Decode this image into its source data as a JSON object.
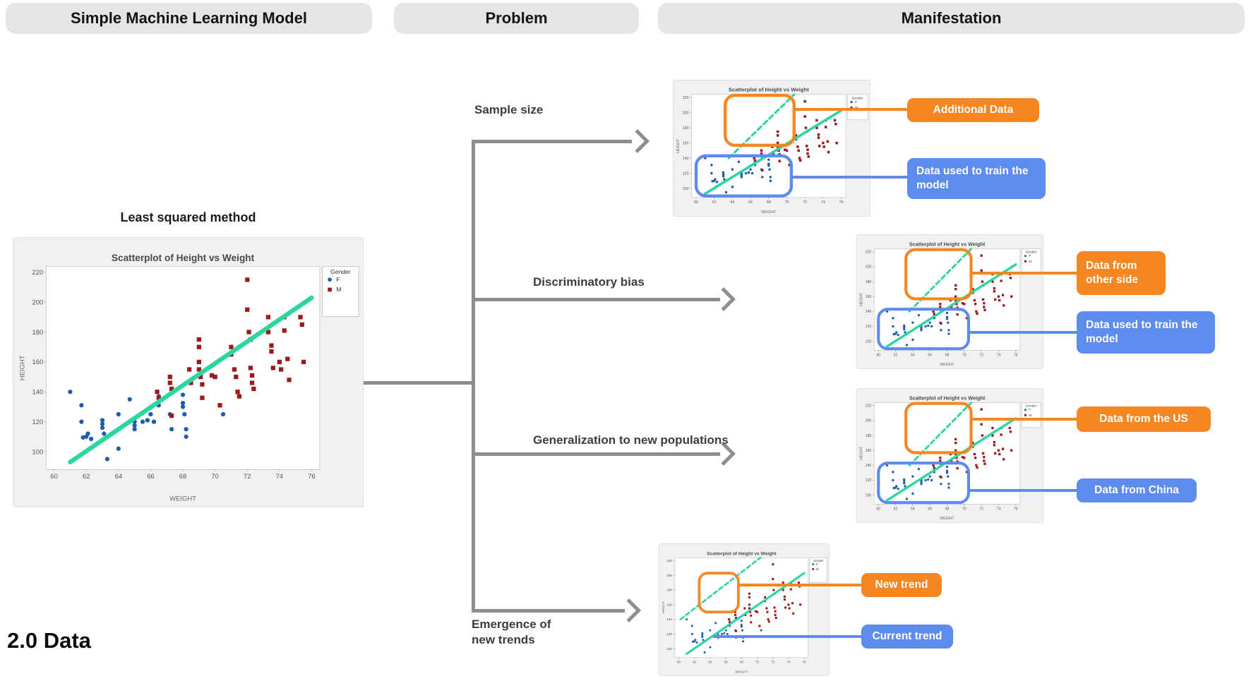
{
  "headers": {
    "model": "Simple Machine Learning Model",
    "problem": "Problem",
    "manifestation": "Manifestation"
  },
  "left_panel": {
    "title": "Least squared method"
  },
  "footer": {
    "section_label": "2.0 Data"
  },
  "colors": {
    "orange": "#f6861f",
    "blue": "#5e8bee",
    "green": "#2bd6a0",
    "arrow_gray": "#8e8e8e",
    "point_blue": "#1f5caa",
    "point_red": "#9c1a1a",
    "header_pill_gray": "#e5e5e5"
  },
  "rows": [
    {
      "problem": "Sample size",
      "callouts": [
        {
          "label": "Additional Data",
          "color": "orange"
        },
        {
          "label": "Data used to train the model",
          "color": "blue"
        }
      ]
    },
    {
      "problem": "Discriminatory bias",
      "callouts": [
        {
          "label": "Data from other side",
          "color": "orange"
        },
        {
          "label": "Data used to train the model",
          "color": "blue"
        }
      ]
    },
    {
      "problem": "Generalization to new populations",
      "callouts": [
        {
          "label": "Data from the US",
          "color": "orange"
        },
        {
          "label": "Data from China",
          "color": "blue"
        }
      ]
    },
    {
      "problem": "Emergence of new trends",
      "callouts": [
        {
          "label": "New trend",
          "color": "orange"
        },
        {
          "label": "Current trend",
          "color": "blue"
        }
      ]
    }
  ],
  "chart_data": {
    "type": "scatter",
    "title": "Scatterplot of Height vs Weight",
    "xlabel": "WEIGHT",
    "ylabel": "HEIGHT",
    "legend_title": "Gender",
    "legend_position": "right",
    "xlim": [
      59.5,
      76.5
    ],
    "ylim": [
      88,
      224
    ],
    "x_ticks": [
      60,
      62,
      64,
      66,
      68,
      70,
      72,
      74,
      76
    ],
    "y_ticks": [
      100,
      120,
      140,
      160,
      180,
      200,
      220
    ],
    "series": [
      {
        "name": "F",
        "color": "#1f5caa",
        "marker": "circle",
        "points": [
          [
            61,
            140
          ],
          [
            61.7,
            131
          ],
          [
            61.7,
            120
          ],
          [
            61.8,
            109.5
          ],
          [
            62,
            110
          ],
          [
            62.1,
            112
          ],
          [
            62.3,
            108.5
          ],
          [
            63,
            121
          ],
          [
            63,
            118.5
          ],
          [
            63,
            116
          ],
          [
            63.1,
            112
          ],
          [
            63.3,
            95
          ],
          [
            64,
            125
          ],
          [
            64,
            102
          ],
          [
            64.7,
            135
          ],
          [
            65,
            120
          ],
          [
            65,
            117.5
          ],
          [
            65,
            115
          ],
          [
            65.5,
            120
          ],
          [
            65.8,
            121
          ],
          [
            66,
            125
          ],
          [
            66.2,
            120
          ],
          [
            66.5,
            137
          ],
          [
            66.5,
            131
          ],
          [
            67.2,
            125
          ],
          [
            67.3,
            115
          ],
          [
            68,
            138
          ],
          [
            68,
            132.5
          ],
          [
            68,
            130
          ],
          [
            68.1,
            125
          ],
          [
            68.2,
            115
          ],
          [
            68.2,
            110
          ],
          [
            70.5,
            125
          ]
        ]
      },
      {
        "name": "M",
        "color": "#9c1a1a",
        "marker": "square",
        "points": [
          [
            66.4,
            140
          ],
          [
            66.5,
            136
          ],
          [
            67.2,
            150
          ],
          [
            67.2,
            146
          ],
          [
            67.3,
            142
          ],
          [
            67.3,
            124
          ],
          [
            68.4,
            155
          ],
          [
            68.5,
            146
          ],
          [
            69,
            175
          ],
          [
            69,
            170
          ],
          [
            69,
            160
          ],
          [
            69,
            155
          ],
          [
            69.1,
            150
          ],
          [
            69.2,
            145
          ],
          [
            69.2,
            136
          ],
          [
            69.8,
            151
          ],
          [
            70,
            150
          ],
          [
            70.3,
            131
          ],
          [
            71,
            170
          ],
          [
            71,
            165
          ],
          [
            71.2,
            155
          ],
          [
            71.3,
            150
          ],
          [
            71.4,
            140
          ],
          [
            71.5,
            137
          ],
          [
            72,
            215
          ],
          [
            72,
            195
          ],
          [
            72.1,
            180
          ],
          [
            72.2,
            175
          ],
          [
            72.2,
            156
          ],
          [
            72.3,
            151
          ],
          [
            72.3,
            146
          ],
          [
            72.4,
            142
          ],
          [
            73.3,
            190
          ],
          [
            73.3,
            180
          ],
          [
            73.5,
            171
          ],
          [
            73.5,
            167
          ],
          [
            73.6,
            156
          ],
          [
            74,
            160
          ],
          [
            74.1,
            155
          ],
          [
            74.3,
            190
          ],
          [
            74.3,
            181
          ],
          [
            74.5,
            162
          ],
          [
            74.6,
            148
          ],
          [
            75.3,
            190
          ],
          [
            75.4,
            185
          ],
          [
            75.5,
            160
          ]
        ]
      }
    ],
    "trend_line": {
      "color": "#2bd6a0",
      "style": "solid",
      "from": [
        61,
        93
      ],
      "to": [
        76,
        203
      ]
    },
    "mini_overlays": [
      {
        "orange_box": [
          63.2,
          157,
          70.8,
          223
        ],
        "blue_box": [
          60.0,
          90,
          70.5,
          143
        ],
        "dashed_line": [
          63.6,
          140,
          70.8,
          224
        ]
      },
      {
        "orange_box": [
          62.6,
          150,
          67.6,
          203
        ],
        "blue_box": null,
        "dashed_line": [
          60.2,
          140,
          70.4,
          224
        ]
      }
    ]
  }
}
